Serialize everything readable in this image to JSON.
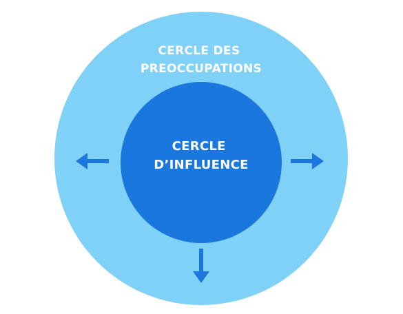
{
  "outer_circle": {
    "label_lines": [
      "CERCLE DES",
      "PREOCCUPATIONS"
    ],
    "color": "#7fd1f7"
  },
  "inner_circle": {
    "label_lines": [
      "CERCLE",
      "D’INFLUENCE"
    ],
    "color": "#1a77dd"
  },
  "arrows": {
    "color": "#1a77dd",
    "directions": [
      "left-arrow-icon",
      "right-arrow-icon",
      "down-arrow-icon"
    ]
  }
}
